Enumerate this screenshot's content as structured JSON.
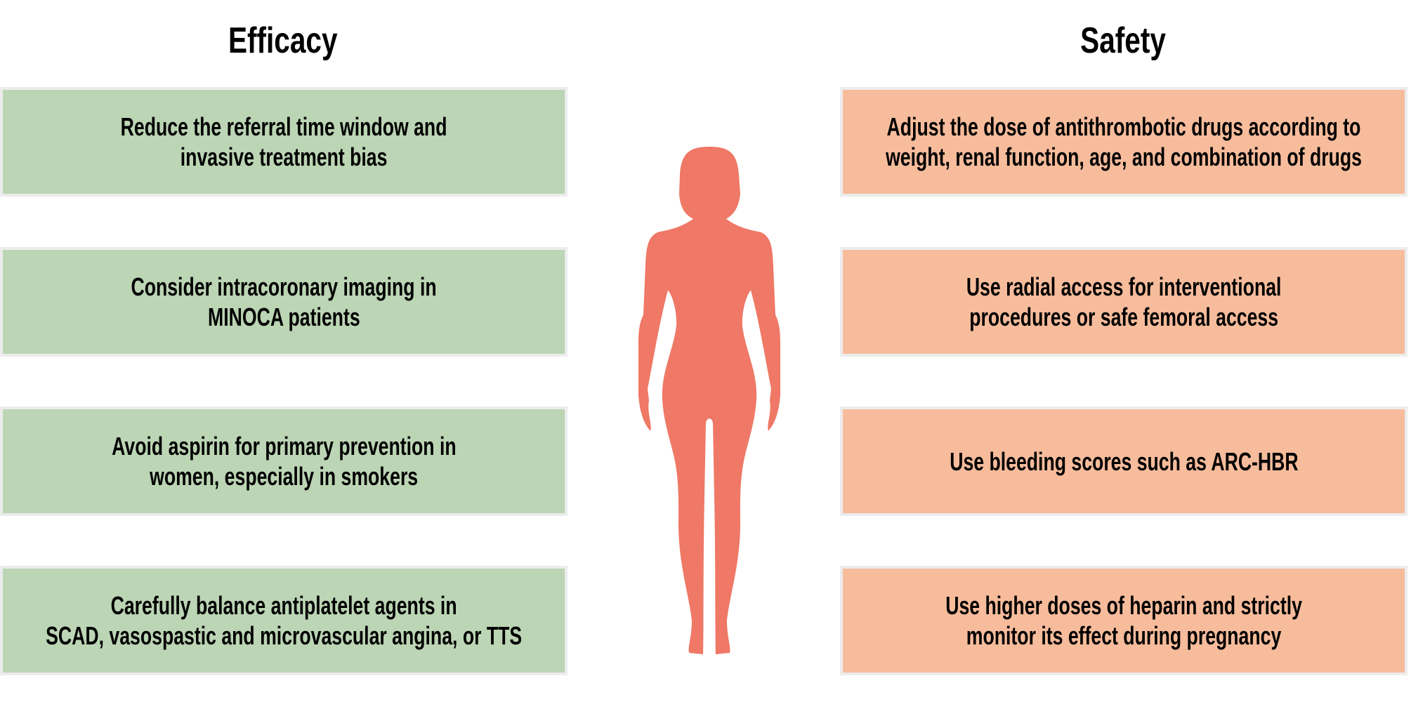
{
  "efficacy": {
    "title": "Efficacy",
    "items": [
      {
        "lines": [
          "Reduce the referral time window and",
          "invasive treatment bias"
        ]
      },
      {
        "lines": [
          "Consider intracoronary imaging in",
          "MINOCA patients"
        ]
      },
      {
        "lines": [
          "Avoid aspirin for primary prevention in",
          "women, especially in smokers"
        ]
      },
      {
        "lines": [
          "Carefully balance antiplatelet agents in",
          "SCAD, vasospastic and microvascular angina, or TTS"
        ]
      }
    ]
  },
  "safety": {
    "title": "Safety",
    "items": [
      {
        "lines": [
          "Adjust the dose of antithrombotic drugs according to",
          "weight, renal function, age, and combination of drugs"
        ]
      },
      {
        "lines": [
          "Use radial access for interventional",
          "procedures or safe femoral access"
        ]
      },
      {
        "lines": [
          "Use bleeding scores such as ARC-HBR"
        ]
      },
      {
        "lines": [
          "Use higher doses of heparin and strictly",
          "monitor its effect during pregnancy"
        ]
      }
    ]
  },
  "colors": {
    "efficacy_box": "#bcd5b5",
    "safety_box": "#f7bc9c",
    "figure": "#ef7866"
  },
  "icons": {
    "center": "woman-silhouette-icon"
  }
}
